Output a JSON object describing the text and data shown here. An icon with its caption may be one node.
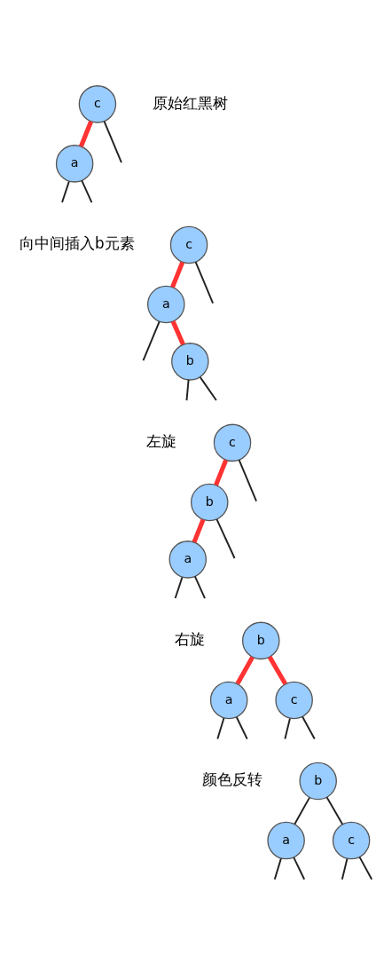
{
  "diagram": {
    "nodes": [
      {
        "text": [
          "c"
        ]
      },
      {
        "text": [
          "a"
        ]
      },
      {
        "text": [
          "c"
        ]
      },
      {
        "text": [
          "a"
        ]
      },
      {
        "text": [
          "b"
        ]
      },
      {
        "text": [
          "c"
        ]
      },
      {
        "text": [
          "b"
        ]
      },
      {
        "text": [
          "a"
        ]
      },
      {
        "text": [
          "b"
        ]
      },
      {
        "text": [
          "a"
        ]
      },
      {
        "text": [
          "c"
        ]
      },
      {
        "text": [
          "b"
        ]
      },
      {
        "text": [
          "a"
        ]
      },
      {
        "text": [
          "c"
        ]
      }
    ],
    "edges": [
      {
        "from": 0,
        "to": 1,
        "arrow": "none",
        "style": "thick",
        "color": "#ff3333"
      },
      {
        "from": 0,
        "to": null,
        "arrow": "none"
      },
      {
        "from": 1,
        "to": null,
        "arrow": "none"
      },
      {
        "from": 1,
        "to": null,
        "arrow": "none"
      },
      {
        "from": 2,
        "to": 3,
        "arrow": "none",
        "style": "thick",
        "color": "#ff3333"
      },
      {
        "from": 2,
        "to": null,
        "arrow": "none"
      },
      {
        "from": 3,
        "to": null,
        "arrow": "none"
      },
      {
        "from": 3,
        "to": 4,
        "arrow": "none",
        "style": "thick",
        "color": "#ff3333"
      },
      {
        "from": 4,
        "to": null,
        "arrow": "none"
      },
      {
        "from": 4,
        "to": null,
        "arrow": "none"
      },
      {
        "from": 5,
        "to": 6,
        "arrow": "none",
        "style": "thick",
        "color": "#ff3333"
      },
      {
        "from": 5,
        "to": null,
        "arrow": "none"
      },
      {
        "from": 6,
        "to": 7,
        "arrow": "none",
        "style": "thick",
        "color": "#ff3333"
      },
      {
        "from": 6,
        "to": null,
        "arrow": "none"
      },
      {
        "from": 7,
        "to": null,
        "arrow": "none"
      },
      {
        "from": 7,
        "to": null,
        "arrow": "none"
      },
      {
        "from": 8,
        "to": 9,
        "arrow": "none",
        "style": "thick",
        "color": "#ff3333"
      },
      {
        "from": 8,
        "to": 10,
        "arrow": "none",
        "style": "thick",
        "color": "#ff3333"
      },
      {
        "from": 9,
        "to": null,
        "arrow": "none"
      },
      {
        "from": 9,
        "to": null,
        "arrow": "none"
      },
      {
        "from": 10,
        "to": null,
        "arrow": "none"
      },
      {
        "from": 10,
        "to": null,
        "arrow": "none"
      },
      {
        "from": 11,
        "to": 12,
        "arrow": "none"
      },
      {
        "from": 11,
        "to": 13,
        "arrow": "none"
      },
      {
        "from": 12,
        "to": null,
        "arrow": "none"
      },
      {
        "from": 12,
        "to": null,
        "arrow": "none"
      },
      {
        "from": 13,
        "to": null,
        "arrow": "none"
      },
      {
        "from": 13,
        "to": null,
        "arrow": "none"
      }
    ],
    "labels": [
      "原始红黑树",
      "向中间插入b元素",
      "左旋",
      "右旋",
      "颜色反转"
    ]
  }
}
